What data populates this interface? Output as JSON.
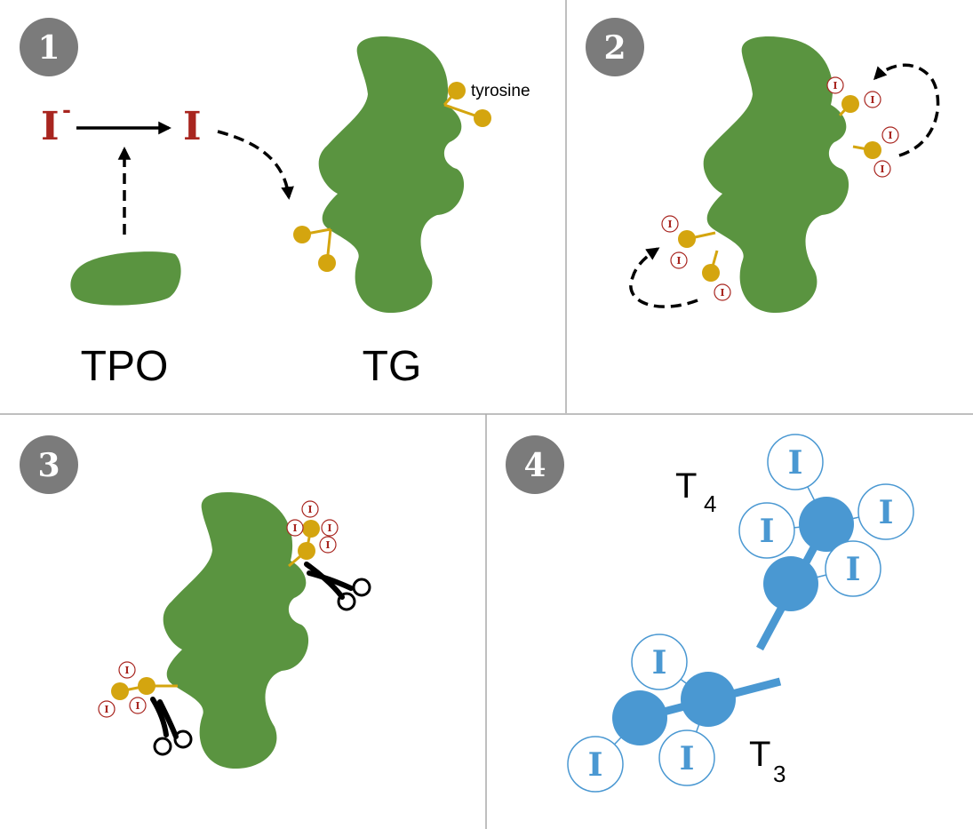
{
  "colors": {
    "protein": "#5a9440",
    "tyrosine": "#d4a50f",
    "iodine": "#a8251f",
    "hormone": "#4a98d2",
    "badge": "#7b7b7b",
    "divider": "#aaaaaa"
  },
  "steps": [
    "1",
    "2",
    "3",
    "4"
  ],
  "panel1": {
    "iodide_symbol": "I",
    "iodide_charge": "-",
    "iodine_symbol": "I",
    "tpo_label": "TPO",
    "tg_label": "TG",
    "tyrosine_label": "tyrosine"
  },
  "iodine_letter": "I",
  "panel4": {
    "t4_letter": "T",
    "t4_sub": "4",
    "t3_letter": "T",
    "t3_sub": "3"
  },
  "icons": [
    "scissors-icon",
    "arrow-icon"
  ]
}
